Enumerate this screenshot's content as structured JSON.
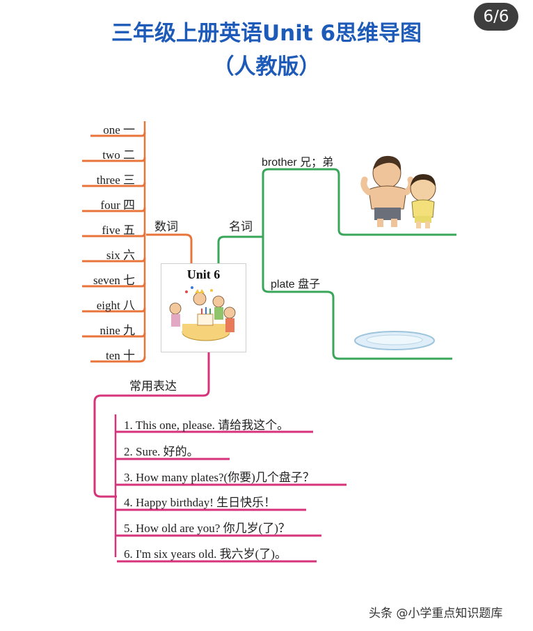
{
  "title_line1": "三年级上册英语Unit 6思维导图",
  "title_line2": "（人教版）",
  "page_indicator": "6/6",
  "center_label": "Unit 6",
  "categories": {
    "numbers": "数词",
    "nouns": "名词",
    "expressions": "常用表达"
  },
  "numbers": [
    "one 一",
    "two 二",
    "three 三",
    "four 四",
    "five 五",
    "six 六",
    "seven 七",
    "eight 八",
    "nine 九",
    "ten 十"
  ],
  "nouns": [
    "brother 兄；弟",
    "plate 盘子"
  ],
  "expressions": [
    "1. This one, please. 请给我这个。",
    "2. Sure. 好的。",
    "3. How many plates?(你要)几个盘子？",
    "4. Happy birthday! 生日快乐！",
    "5. How old are you?  你几岁(了)？",
    "6. I'm six years old. 我六岁(了)。"
  ],
  "watermark": "头条 @小学重点知识题库",
  "colors": {
    "title": "#1e5bb8",
    "numbers_branch": "#e8743b",
    "nouns_branch": "#3aa65a",
    "expressions_branch": "#d6337a"
  }
}
